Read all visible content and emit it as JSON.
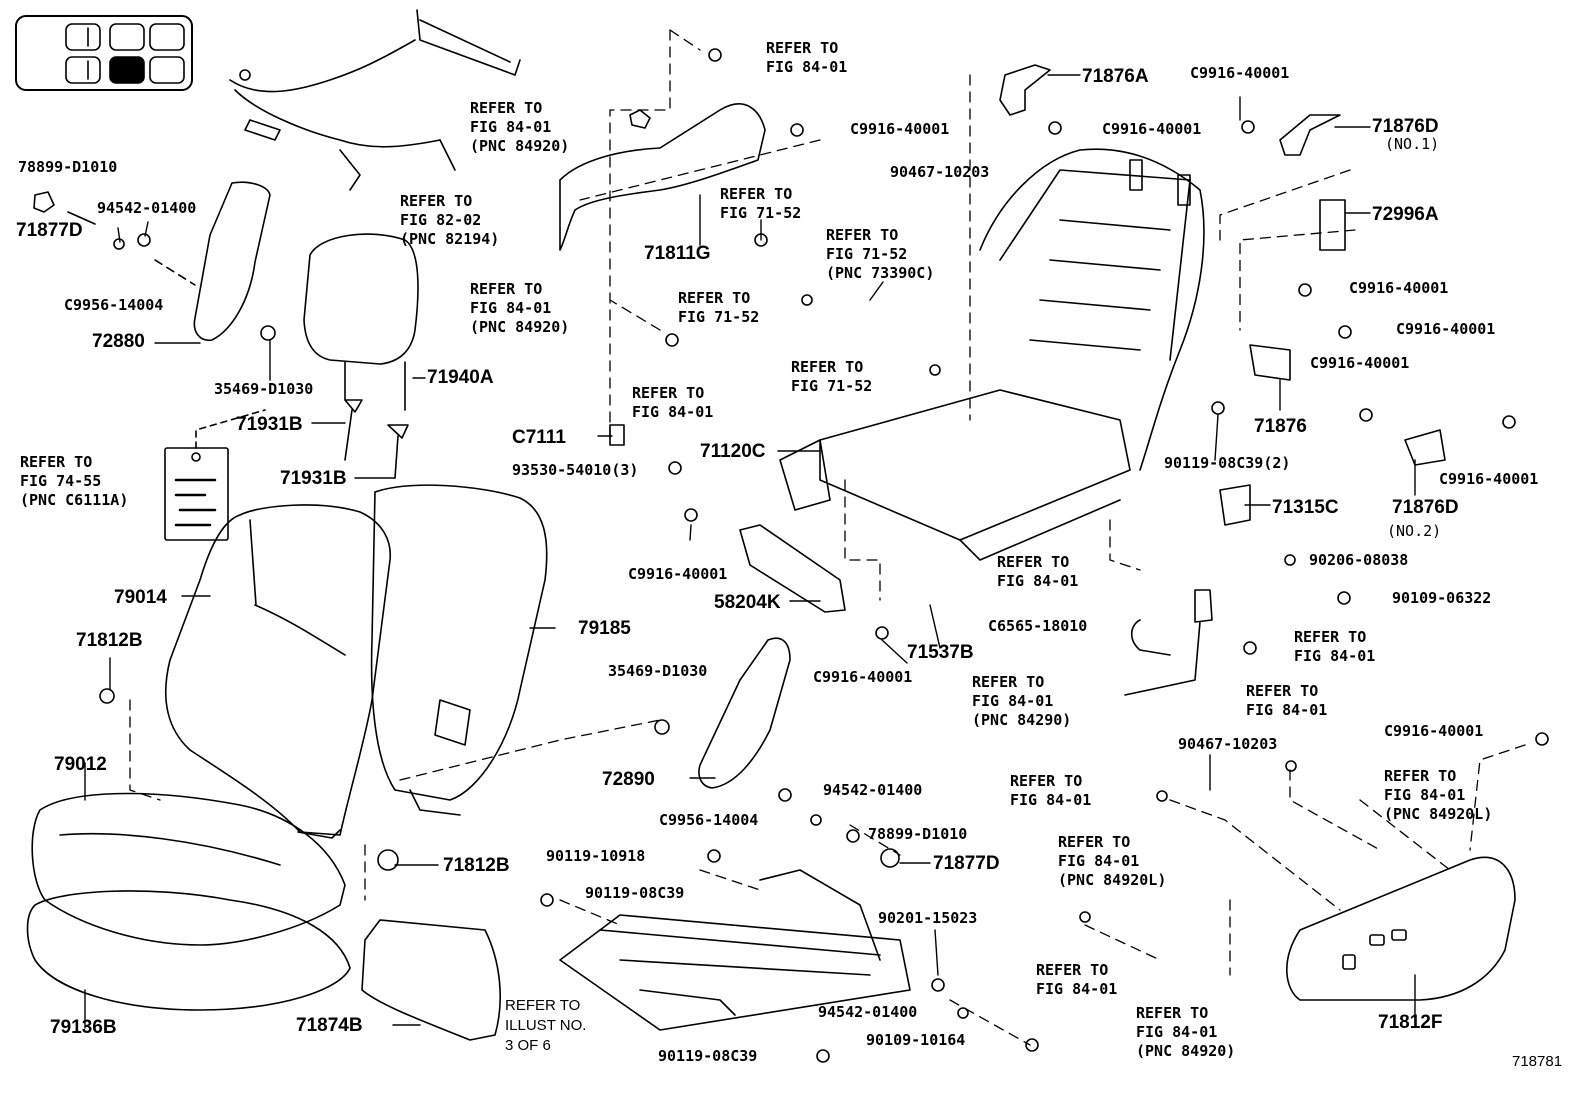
{
  "figure_id": "718781",
  "part_numbers": {
    "p71877D_a": "71877D",
    "p72880": "72880",
    "p71940A": "71940A",
    "p71931B_a": "71931B",
    "p71931B_b": "71931B",
    "p71811G": "71811G",
    "p71876A": "71876A",
    "p71876D_a": "71876D",
    "p72996A": "72996A",
    "p71876": "71876",
    "p71876D_b": "71876D",
    "p71315C": "71315C",
    "p71120C": "71120C",
    "pC7111": "C7111",
    "p58204K": "58204K",
    "p71537B": "71537B",
    "p79014": "79014",
    "p79185": "79185",
    "p71812B_a": "71812B",
    "p79012": "79012",
    "p72890": "72890",
    "p71812B_b": "71812B",
    "p71877D_b": "71877D",
    "p79136B": "79136B",
    "p71874B": "71874B",
    "p71812F": "71812F"
  },
  "small_labels": {
    "s78899_a": "78899-D1010",
    "s94542_a": "94542-01400",
    "sC9956_a": "C9956-14004",
    "s35469_a": "35469-D1030",
    "sC9916_1": "C9916-40001",
    "s90467_a": "90467-10203",
    "sC9916_2": "C9916-40001",
    "sC9916_3": "C9916-40001",
    "sC9916_4": "C9916-40001",
    "sC9916_5": "C9916-40001",
    "sC9916_6": "C9916-40001",
    "sC9916_7": "C9916-40001",
    "s90119_08C39_2": "90119-08C39(2)",
    "s93530": "93530-54010(3)",
    "sC9916_8": "C9916-40001",
    "sC9916_9": "C9916-40001",
    "s90206": "90206-08038",
    "s90109_06322": "90109-06322",
    "sC6565": "C6565-18010",
    "s35469_b": "35469-D1030",
    "s94542_b": "94542-01400",
    "sC9956_b": "C9956-14004",
    "s78899_b": "78899-D1010",
    "s90119_10918": "90119-10918",
    "s90119_08C39_a": "90119-08C39",
    "s90201": "90201-15023",
    "s94542_c": "94542-01400",
    "s90109_10164": "90109-10164",
    "s90119_08C39_b": "90119-08C39",
    "s90467_b": "90467-10203",
    "sC9916_10": "C9916-40001",
    "sNO1": "(NO.1)",
    "sNO2": "(NO.2)"
  },
  "refer": {
    "r1": [
      "REFER TO",
      "FIG 84-01"
    ],
    "r2": [
      "REFER TO",
      "FIG 84-01",
      "(PNC 84920)"
    ],
    "r3": [
      "REFER TO",
      "FIG 82-02",
      "(PNC 82194)"
    ],
    "r4": [
      "REFER TO",
      "FIG 71-52"
    ],
    "r5": [
      "REFER TO",
      "FIG 71-52",
      "(PNC 73390C)"
    ],
    "r6": [
      "REFER TO",
      "FIG 84-01",
      "(PNC 84920)"
    ],
    "r7": [
      "REFER TO",
      "FIG 71-52"
    ],
    "r8": [
      "REFER TO",
      "FIG 84-01"
    ],
    "r9": [
      "REFER TO",
      "FIG 71-52"
    ],
    "r10": [
      "REFER TO",
      "FIG 74-55",
      "(PNC C6111A)"
    ],
    "r11": [
      "REFER TO",
      "FIG 84-01"
    ],
    "r12": [
      "REFER TO",
      "FIG 84-01"
    ],
    "r13": [
      "REFER TO",
      "FIG 84-01",
      "(PNC 84290)"
    ],
    "r14": [
      "REFER TO",
      "FIG 84-01"
    ],
    "r15": [
      "REFER TO",
      "FIG 84-01",
      "(PNC 84920L)"
    ],
    "r16": [
      "REFER TO",
      "FIG 84-01"
    ],
    "r17": [
      "REFER TO",
      "FIG 84-01",
      "(PNC 84920L)"
    ],
    "r18": [
      "REFER TO",
      "FIG 84-01"
    ],
    "r19": [
      "REFER TO",
      "FIG 84-01",
      "(PNC 84920)"
    ],
    "r20": [
      "REFER TO",
      "ILLUST NO.",
      "3 OF 6"
    ]
  }
}
